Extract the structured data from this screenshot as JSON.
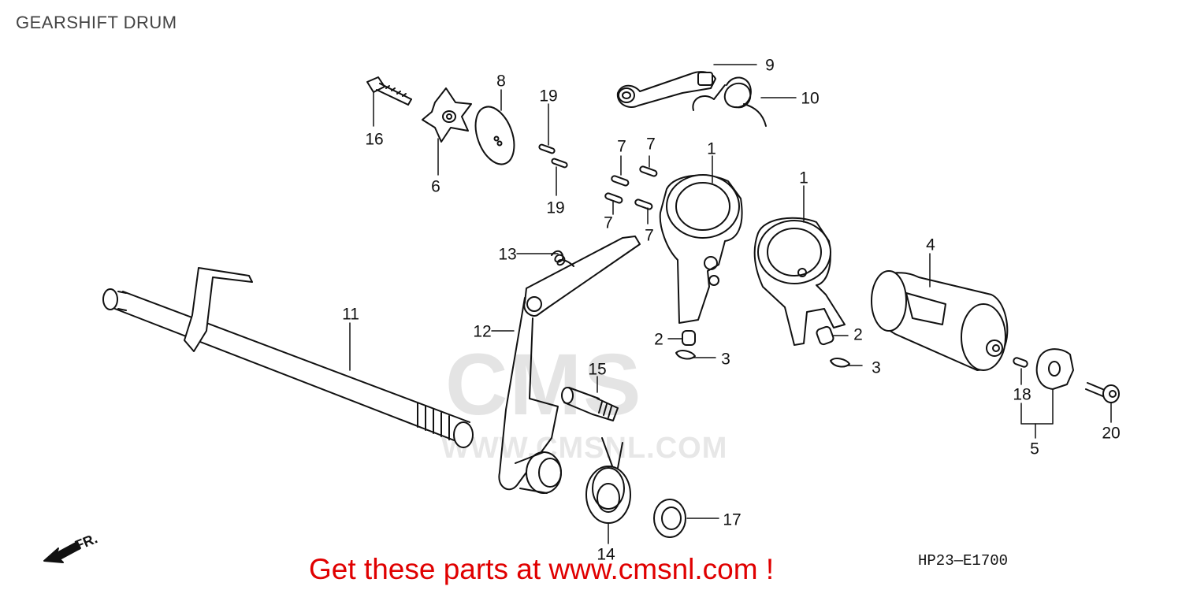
{
  "title": "GEARSHIFT DRUM",
  "reference_code": "HP23—E1700",
  "direction_label": "FR.",
  "footer_link": "Get these parts at www.cmsnl.com !",
  "watermark": {
    "logo": "CMS",
    "url": "WWW.CMSNL.COM"
  },
  "colors": {
    "footer": "#e00000",
    "line": "#111111",
    "watermark": "#e4e4e4"
  },
  "callouts": {
    "c9": "9",
    "c10": "10",
    "c8": "8",
    "c19a": "19",
    "c16": "16",
    "c6": "6",
    "c19b": "19",
    "c7a": "7",
    "c7b": "7",
    "c7c": "7",
    "c7d": "7",
    "c1a": "1",
    "c1b": "1",
    "c4": "4",
    "c13": "13",
    "c11": "11",
    "c12": "12",
    "c2a": "2",
    "c2b": "2",
    "c3a": "3",
    "c3b": "3",
    "c15": "15",
    "c18": "18",
    "c5": "5",
    "c20": "20",
    "c17": "17",
    "c14": "14"
  }
}
